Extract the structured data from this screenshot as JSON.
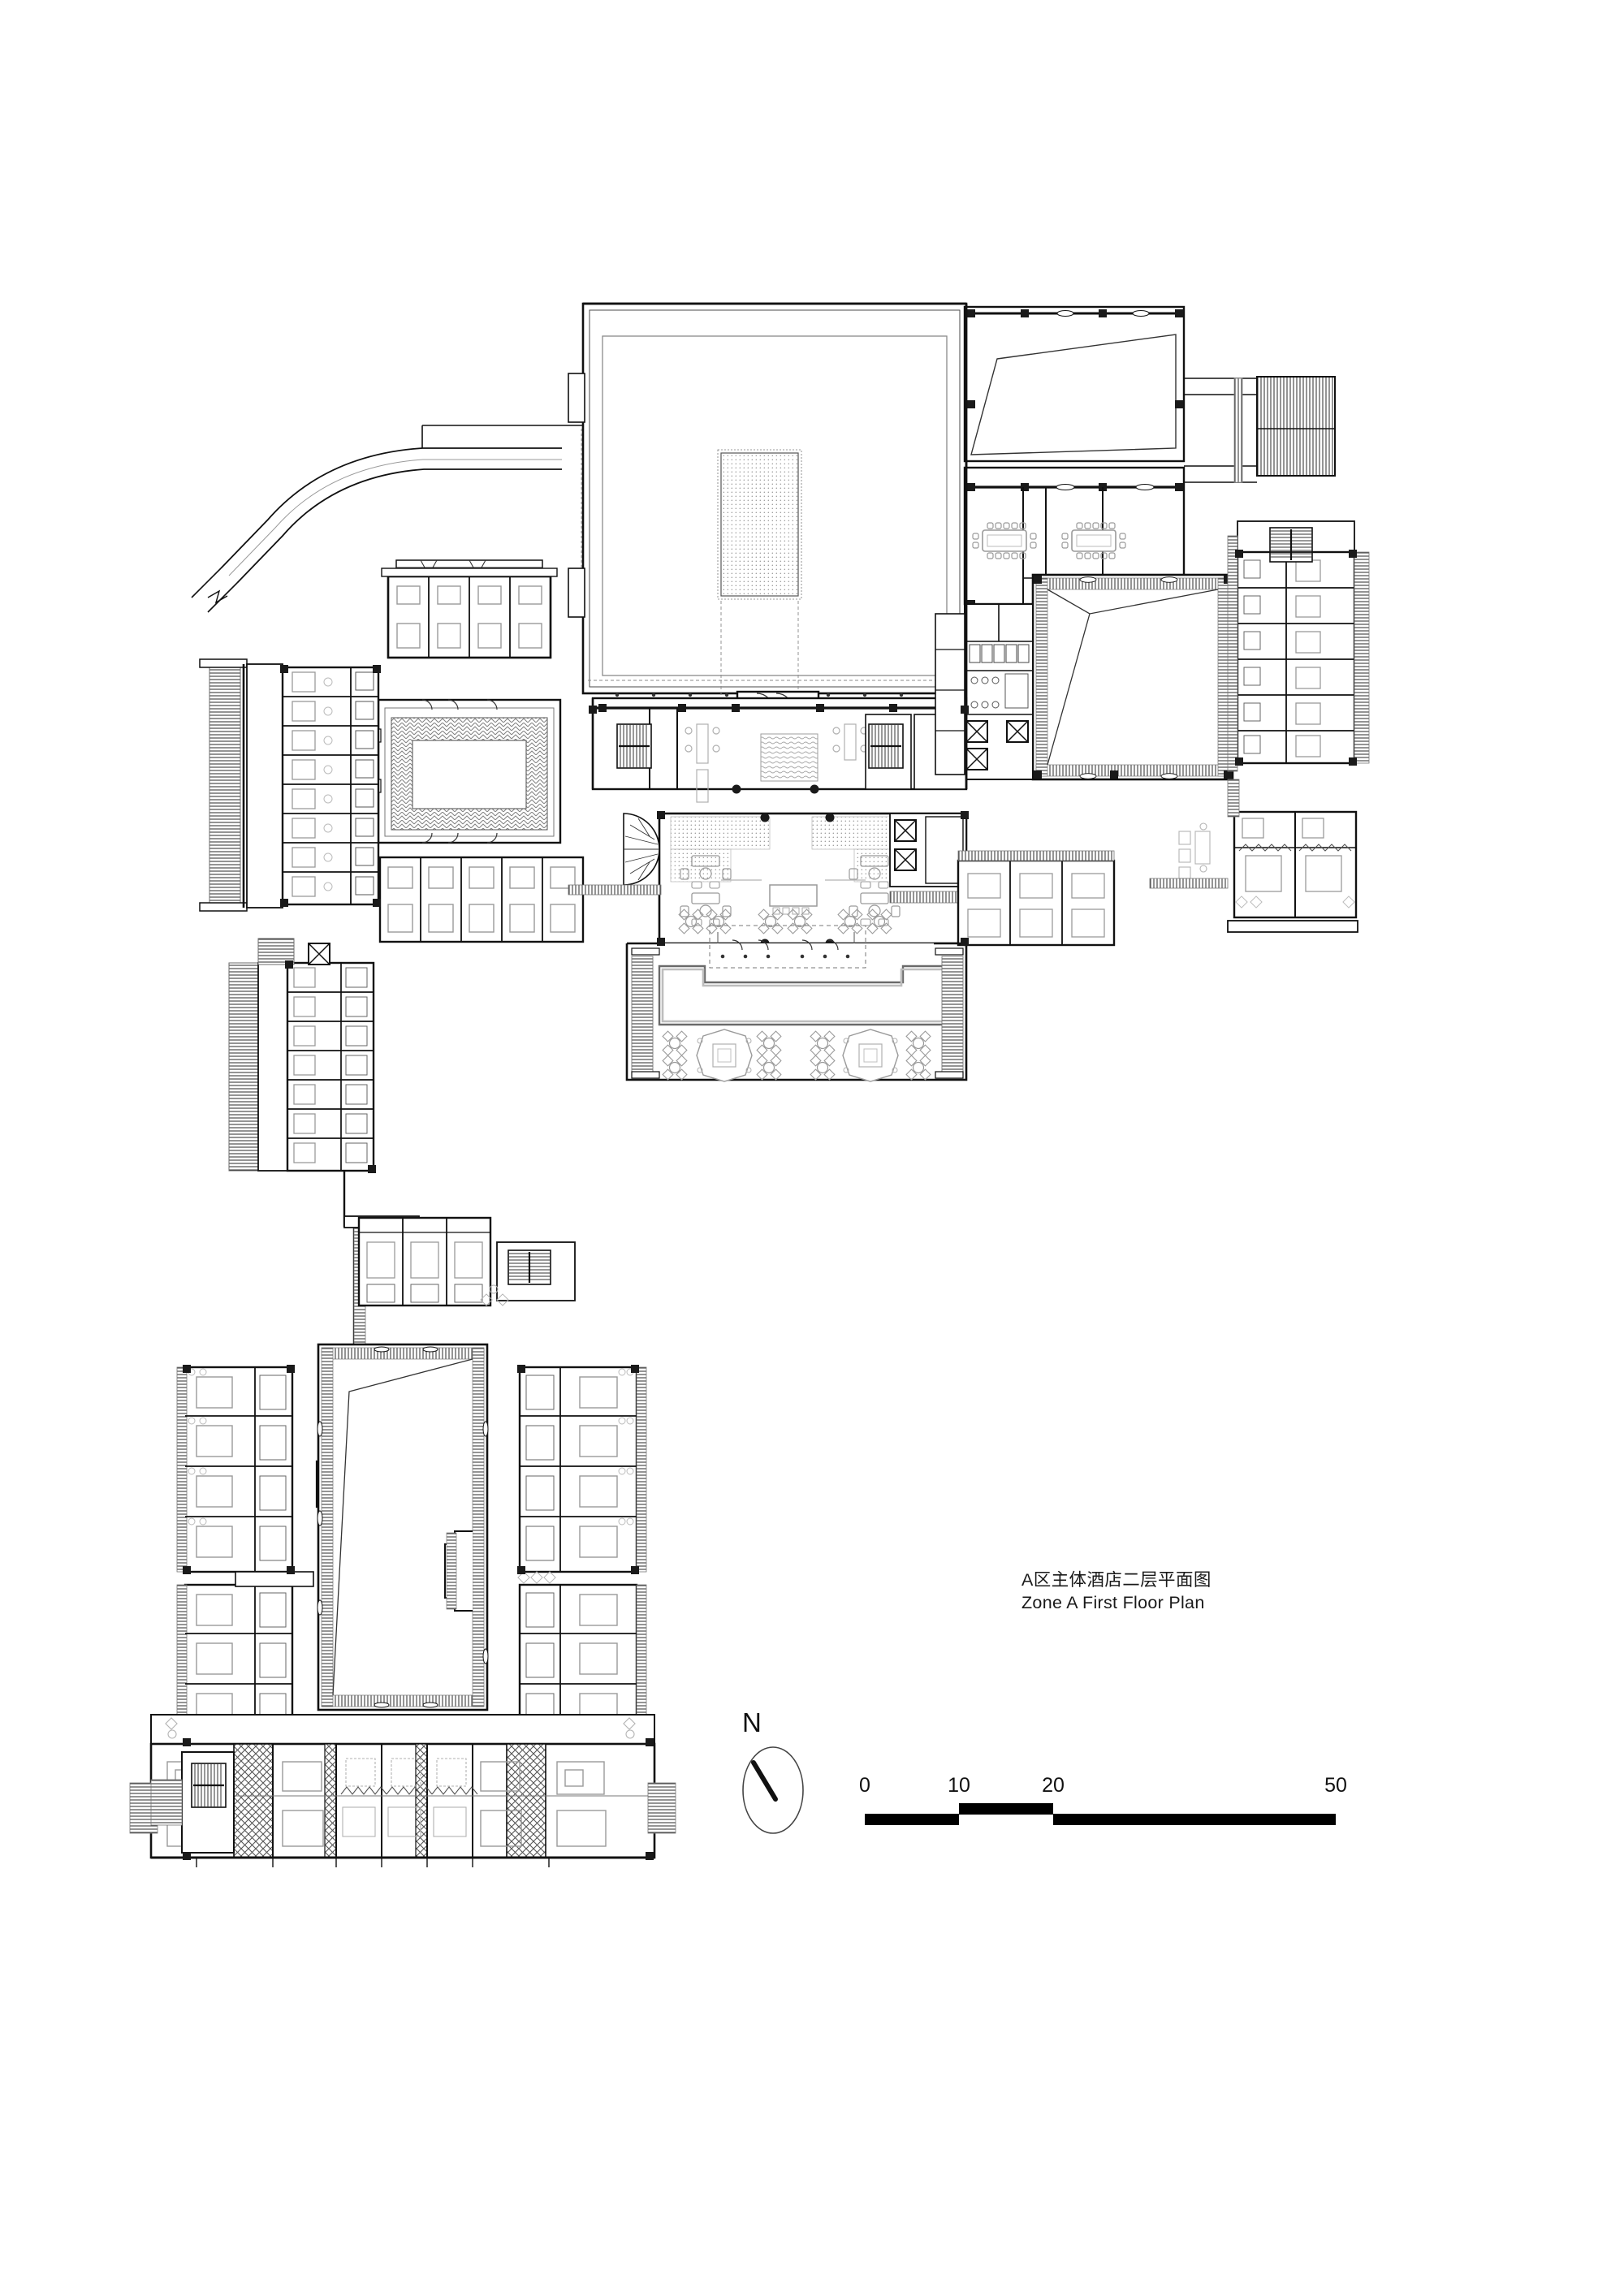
{
  "drawing": {
    "title_cn": "A区主体酒店二层平面图",
    "title_en": "Zone A First Floor Plan",
    "sheet_background": "#ffffff",
    "ink_color": "#111111",
    "type": "architectural-floor-plan"
  },
  "north_arrow": {
    "label": "N",
    "icon": "north-arrow-icon",
    "needle_bearing_deg": -28
  },
  "scale_bar": {
    "unit": "m",
    "ticks": [
      {
        "label": "0",
        "value": 0,
        "x_pct": 0
      },
      {
        "label": "10",
        "value": 10,
        "x_pct": 20
      },
      {
        "label": "20",
        "value": 20,
        "x_pct": 40
      },
      {
        "label": "50",
        "value": 50,
        "x_pct": 100
      }
    ],
    "segments": [
      {
        "from": 0,
        "to": 10,
        "row": "bottom"
      },
      {
        "from": 10,
        "to": 20,
        "row": "top"
      },
      {
        "from": 20,
        "to": 50,
        "row": "bottom"
      }
    ]
  },
  "legend_notes": {
    "elevator_symbol": "crossed-box",
    "stair_symbol": "parallel-treads",
    "hatch_eave": "fine-comb-hatch",
    "hatch_paving": "herringbone",
    "hatch_wall_solid": "cross-hatch"
  }
}
